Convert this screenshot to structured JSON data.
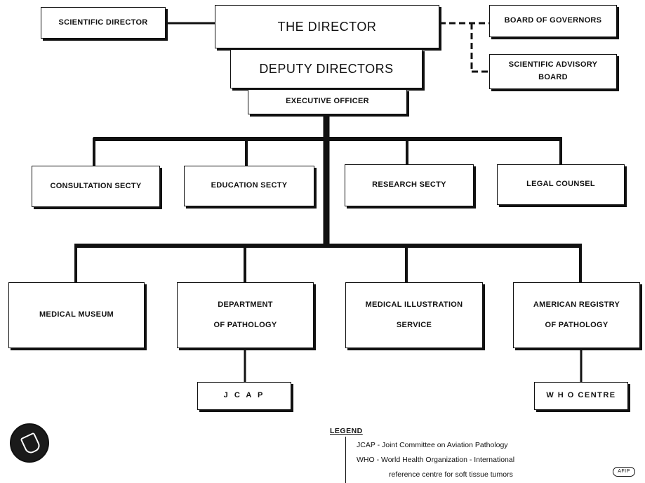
{
  "org_chart": {
    "director": "THE DIRECTOR",
    "deputy_directors": "DEPUTY DIRECTORS",
    "executive_officer": "EXECUTIVE OFFICER",
    "scientific_director": "SCIENTIFIC DIRECTOR",
    "board_of_governors": "BOARD OF GOVERNORS",
    "scientific_advisory_board": [
      "SCIENTIFIC ADVISORY",
      "BOARD"
    ],
    "secretariats": [
      "CONSULTATION SECTY",
      "EDUCATION SECTY",
      "RESEARCH SECTY",
      "LEGAL COUNSEL"
    ],
    "medical_museum": "MEDICAL MUSEUM",
    "department_of_pathology": [
      "DEPARTMENT",
      "OF PATHOLOGY"
    ],
    "medical_illustration_service": [
      "MEDICAL ILLUSTRATION",
      "SERVICE"
    ],
    "american_registry": [
      "AMERICAN REGISTRY",
      "OF PATHOLOGY"
    ],
    "jcap": "J C A P",
    "who_centre": "W H O CENTRE"
  },
  "legend": {
    "title": "LEGEND",
    "items": [
      "JCAP - Joint Committee on Aviation Pathology",
      "WHO - World Health Organization - International",
      "reference centre for soft tissue tumors"
    ]
  },
  "stamp_text": "AFIP"
}
